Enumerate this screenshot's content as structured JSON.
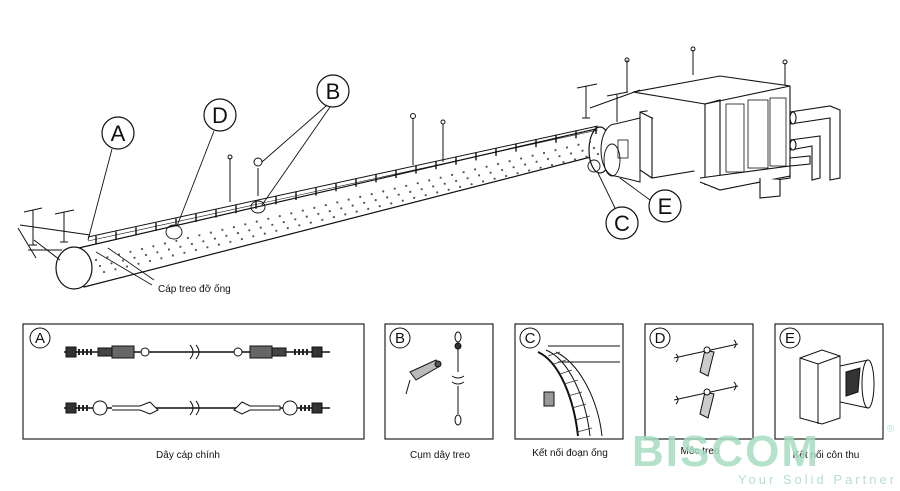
{
  "main_diagram": {
    "callouts": [
      {
        "id": "A",
        "label": "A"
      },
      {
        "id": "B",
        "label": "B"
      },
      {
        "id": "C",
        "label": "C"
      },
      {
        "id": "D",
        "label": "D"
      },
      {
        "id": "E",
        "label": "E"
      }
    ],
    "support_cable_label": "Cáp treo đỡ ống"
  },
  "detail_panels": [
    {
      "id": "A",
      "letter": "A",
      "caption": "Dây cáp chính"
    },
    {
      "id": "B",
      "letter": "B",
      "caption": "Cụm dây treo"
    },
    {
      "id": "C",
      "letter": "C",
      "caption": "Kết nối đoạn ống"
    },
    {
      "id": "D",
      "letter": "D",
      "caption": "Móc treo"
    },
    {
      "id": "E",
      "letter": "E",
      "caption": "Kết nối côn thu"
    }
  ],
  "logo": {
    "name": "BISCOM",
    "registered": "®",
    "tagline": "Your Solid Partner",
    "color": "#a6dcc1"
  }
}
